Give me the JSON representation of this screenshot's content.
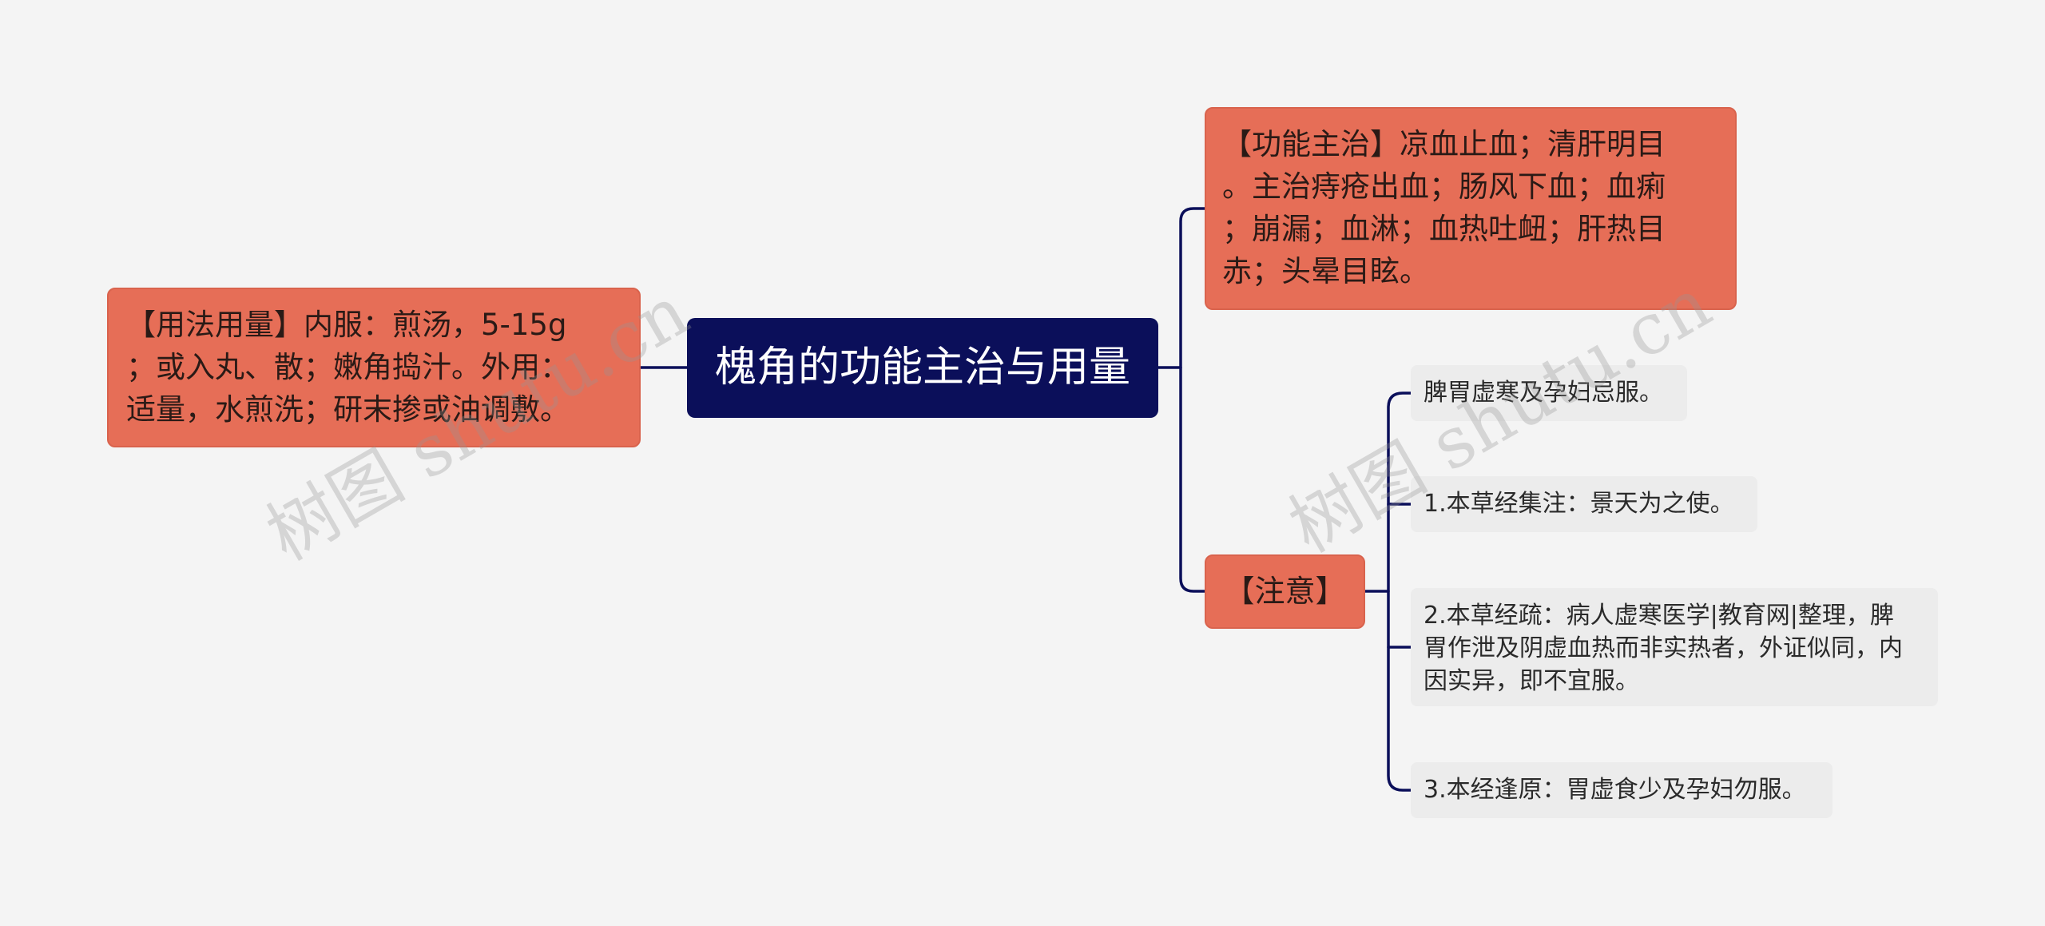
{
  "root": {
    "label": "槐角的功能主治与用量"
  },
  "left": {
    "usage": "【用法用量】内服：煎汤，5-15g\n；或入丸、散；嫩角捣汁。外用：\n适量，水煎洗；研末掺或油调敷。"
  },
  "right": {
    "function": "【功能主治】凉血止血；清肝明目\n。主治痔疮出血；肠风下血；血痢\n；崩漏；血淋；血热吐衄；肝热目\n赤；头晕目眩。",
    "note": {
      "label": "【注意】",
      "items": [
        "脾胃虚寒及孕妇忌服。",
        "1.本草经集注：景天为之使。",
        "2.本草经疏：病人虚寒医学|教育网|整理，脾\n胃作泄及阴虚血热而非实热者，外证似同，内\n因实异，即不宜服。",
        "3.本经逢原：胃虚食少及孕妇勿服。"
      ]
    }
  },
  "watermark": "树图 shutu.cn",
  "colors": {
    "root": "#0b0f5a",
    "branch": "#e66e57",
    "leaf": "#ececec",
    "line": "#0b0f5a"
  }
}
